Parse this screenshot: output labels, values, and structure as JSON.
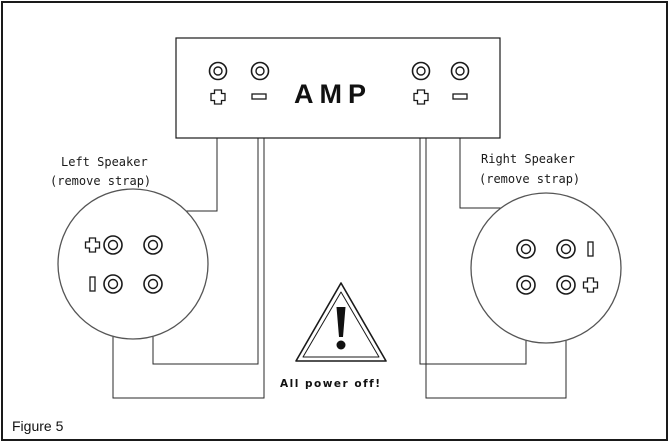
{
  "amplifier": {
    "label": "AMP"
  },
  "left_speaker": {
    "line1": "Left Speaker",
    "line2": "(remove strap)"
  },
  "right_speaker": {
    "line1": "Right Speaker",
    "line2": "(remove strap)"
  },
  "warning": {
    "text": "All power off!"
  },
  "figure": {
    "caption": "Figure 5"
  }
}
